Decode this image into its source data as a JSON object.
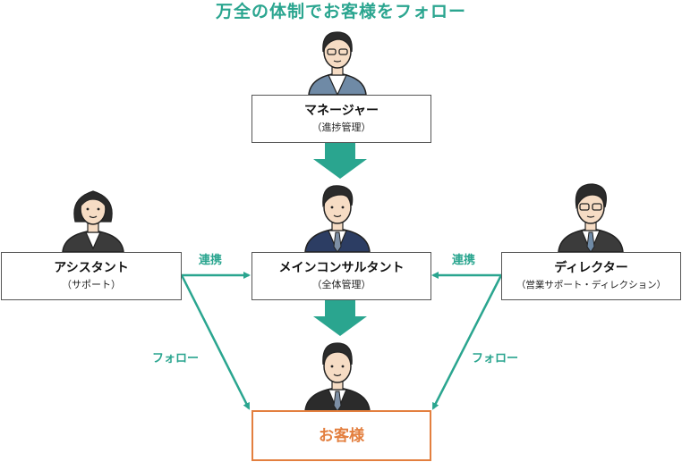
{
  "title": "万全の体制でお客様をフォロー",
  "nodes": {
    "manager": {
      "name": "マネージャー",
      "role": "（進捗管理）"
    },
    "assistant": {
      "name": "アシスタント",
      "role": "（サポート）"
    },
    "consultant": {
      "name": "メインコンサルタント",
      "role": "（全体管理）"
    },
    "director": {
      "name": "ディレクター",
      "role": "（営業サポート・ディレクション）"
    },
    "customer": {
      "name": "お客様"
    }
  },
  "edges": {
    "assistant_link": "連携",
    "director_link": "連携",
    "assistant_follow": "フォロー",
    "director_follow": "フォロー"
  },
  "colors": {
    "accent": "#2aa58f",
    "customer": "#e37f3f",
    "box_border": "#555555"
  },
  "icons": [
    "manager-person-icon",
    "assistant-person-icon",
    "consultant-person-icon",
    "director-person-icon",
    "customer-person-icon"
  ]
}
